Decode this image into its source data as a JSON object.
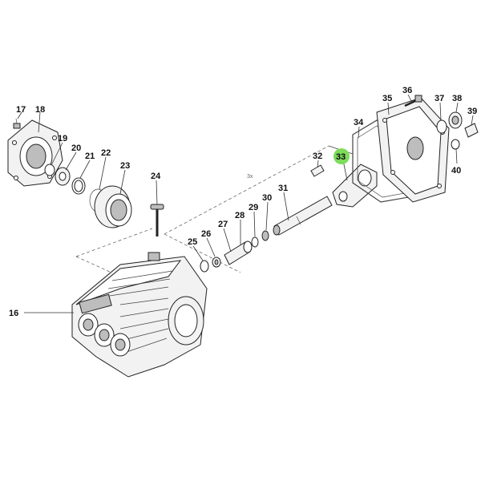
{
  "diagram": {
    "highlight_color": "#7ddc5a",
    "callouts": [
      {
        "label": "16"
      },
      {
        "label": "17"
      },
      {
        "label": "18"
      },
      {
        "label": "19"
      },
      {
        "label": "20"
      },
      {
        "label": "21"
      },
      {
        "label": "22"
      },
      {
        "label": "23"
      },
      {
        "label": "24"
      },
      {
        "label": "25"
      },
      {
        "label": "26"
      },
      {
        "label": "27"
      },
      {
        "label": "28"
      },
      {
        "label": "29"
      },
      {
        "label": "30"
      },
      {
        "label": "31"
      },
      {
        "label": "32"
      },
      {
        "label": "33",
        "highlighted": true
      },
      {
        "label": "34"
      },
      {
        "label": "35"
      },
      {
        "label": "36"
      },
      {
        "label": "37"
      },
      {
        "label": "38"
      },
      {
        "label": "39"
      },
      {
        "label": "40"
      }
    ],
    "dimension_note": "3x"
  }
}
